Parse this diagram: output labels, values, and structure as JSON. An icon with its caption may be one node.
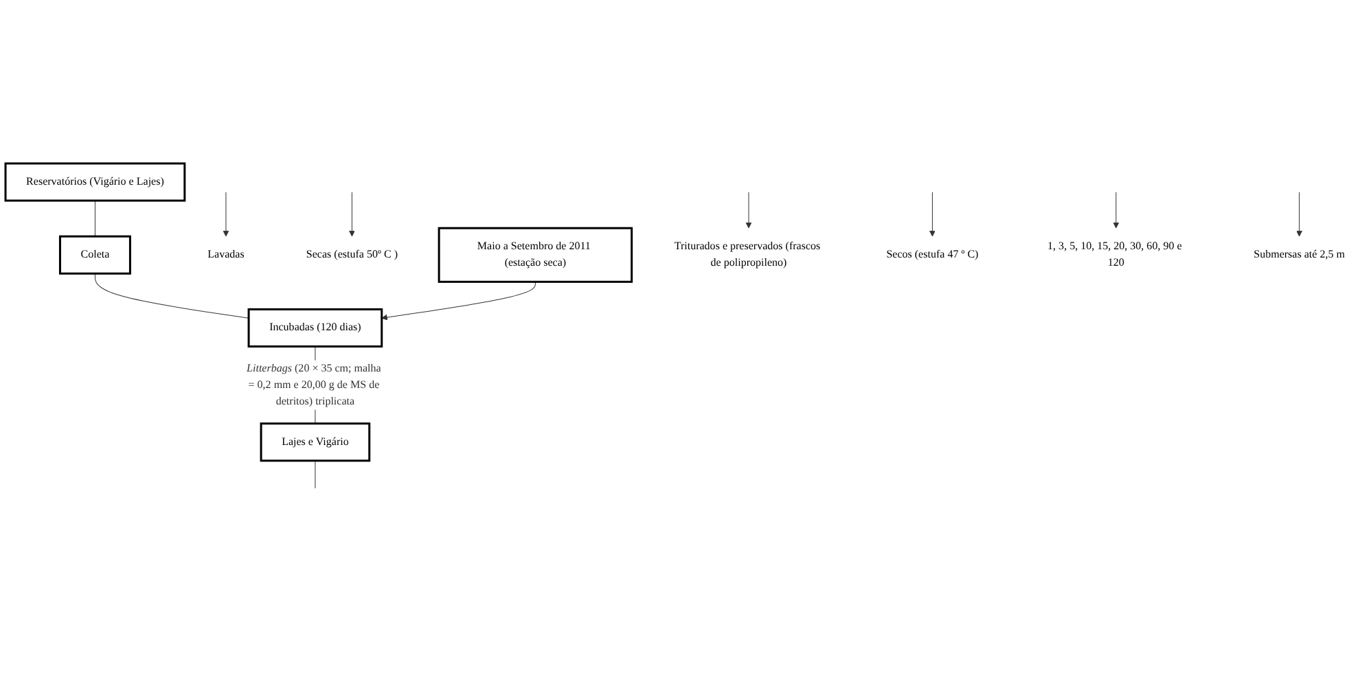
{
  "diagram": {
    "nodes": [
      {
        "text": [
          "Reservatórios (Vigário e Lajes)"
        ]
      },
      {
        "text": [
          "Coleta"
        ]
      },
      {
        "text": [
          "Lavadas"
        ]
      },
      {
        "text": [
          "Secas (estufa 50º C )"
        ]
      },
      {
        "text": [
          "Maio a Setembro de 2011 (estação seca)"
        ]
      },
      {
        "text": [
          "Incubadas (120 dias)"
        ]
      },
      {
        "text": [
          "Lajes e Vigário"
        ]
      },
      {
        "text": [
          "Triturados e preservados (frascos de polipropileno)"
        ]
      },
      {
        "text": [
          "Secos (estufa 47 º C)"
        ]
      },
      {
        "text": [
          "1, 3, 5, 10, 15, 20, 30, 60, 90 e 120"
        ]
      },
      {
        "text": [
          "Submersas até 2,5 m"
        ]
      }
    ],
    "edges": [
      {
        "from": 0,
        "to": 1,
        "arrow": "none"
      },
      {
        "from": 1,
        "to": 5,
        "arrow": "none"
      },
      {
        "from": null,
        "to": 2,
        "arrow": "to"
      },
      {
        "from": null,
        "to": 3,
        "arrow": "to"
      },
      {
        "from": 4,
        "to": 5,
        "arrow": "to"
      },
      {
        "from": 5,
        "to": 6,
        "arrow": "none",
        "label": "*Litterbags* (20 × 35 cm; malha = 0,2 mm e 20,00 g de MS de detritos) triplicata"
      },
      {
        "from": 6,
        "to": null,
        "arrow": "none"
      },
      {
        "from": null,
        "to": 7,
        "arrow": "to"
      },
      {
        "from": null,
        "to": 8,
        "arrow": "to"
      },
      {
        "from": null,
        "to": 9,
        "arrow": "to"
      },
      {
        "from": null,
        "to": 10,
        "arrow": "to"
      }
    ]
  }
}
